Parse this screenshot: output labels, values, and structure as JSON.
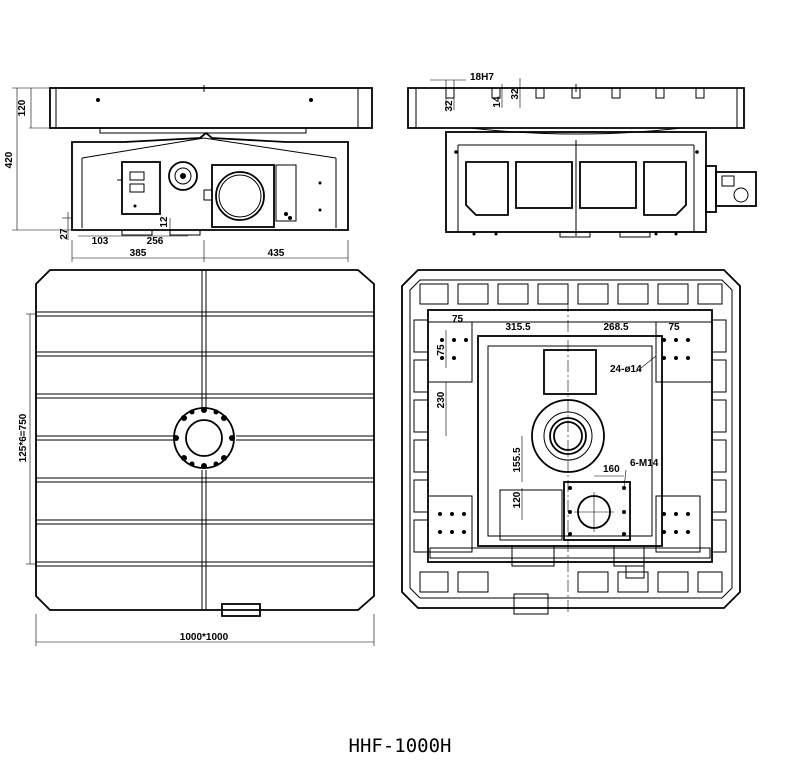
{
  "title": "HHF-1000H",
  "front_view": {
    "dim_table_h": "120",
    "dim_total_h": "420",
    "dim_27": "27",
    "dim_103": "103",
    "dim_256": "256",
    "dim_12": "12",
    "dim_385": "385",
    "dim_435": "435"
  },
  "side_view": {
    "dim_slot": "18H7",
    "dim_32a": "32",
    "dim_14": "14",
    "dim_32b": "32"
  },
  "table_view": {
    "dim_slots": "125*6=750",
    "dim_size": "1000*1000"
  },
  "bottom_view": {
    "dim_75a": "75",
    "dim_315": "315.5",
    "dim_268": "268.5",
    "dim_75b": "75",
    "dim_75c": "75",
    "dim_holes24": "24-ø14",
    "dim_230": "230",
    "dim_155": "155.5",
    "dim_160": "160",
    "dim_holes6": "6-M14",
    "dim_120": "120"
  }
}
